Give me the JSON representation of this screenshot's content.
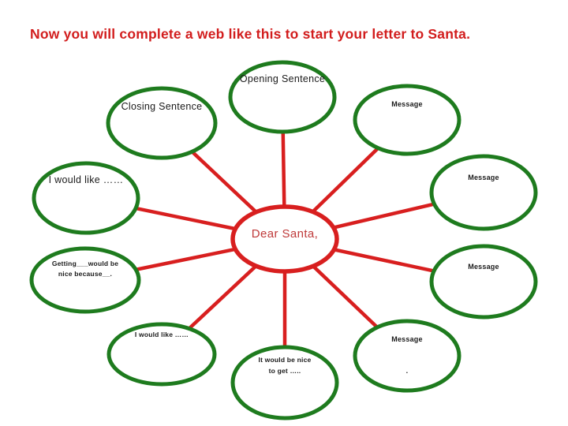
{
  "title": {
    "text": "Now you will complete a web like this to start your letter to Santa."
  },
  "colors": {
    "green": "#1e7b1e",
    "red": "#d81f1f",
    "title_red": "#d21d1d",
    "center_text_red": "#bf3a3a",
    "label": "#1a1a1a"
  },
  "center": {
    "label": "Dear Santa,"
  },
  "nodes": [
    {
      "id": "opening-sentence",
      "lines": [
        "Opening Sentence"
      ]
    },
    {
      "id": "closing-sentence",
      "lines": [
        "Closing Sentence"
      ]
    },
    {
      "id": "message-top-right",
      "lines": [
        "Message"
      ]
    },
    {
      "id": "message-right-upper",
      "lines": [
        "Message"
      ]
    },
    {
      "id": "i-would-like-left",
      "lines": [
        "I would like ……"
      ]
    },
    {
      "id": "getting-would-be-nice",
      "lines": [
        "Getting___would be",
        "nice because__."
      ]
    },
    {
      "id": "message-right-lower",
      "lines": [
        "Message"
      ]
    },
    {
      "id": "i-would-like-bottom",
      "lines": [
        "I would like ……"
      ]
    },
    {
      "id": "it-would-be-nice",
      "lines": [
        "It would be nice",
        "to get ….."
      ]
    },
    {
      "id": "message-bottom-right",
      "lines": [
        "Message",
        "."
      ]
    }
  ]
}
